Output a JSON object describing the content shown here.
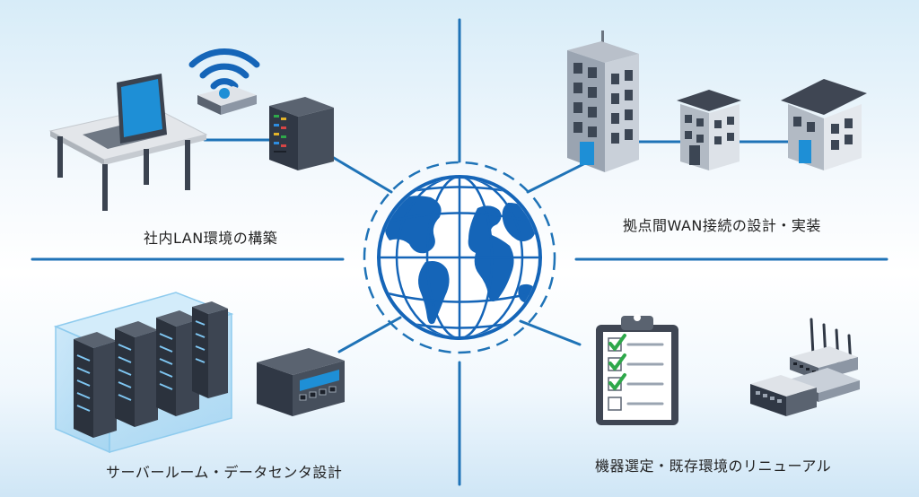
{
  "quadrants": {
    "top_left": {
      "label": "社内LAN環境の構築",
      "icons": [
        "wifi-router-icon",
        "laptop-icon",
        "desk-icon",
        "server-tower-icon"
      ]
    },
    "top_right": {
      "label": "拠点間WAN接続の設計・実装",
      "icons": [
        "office-tower-icon",
        "office-building-icon",
        "branch-building-icon"
      ]
    },
    "bottom_left": {
      "label": "サーバールーム・データセンタ設計",
      "icons": [
        "server-rack-room-icon",
        "network-switch-icon"
      ]
    },
    "bottom_right": {
      "label": "機器選定・既存環境のリニューアル",
      "icons": [
        "checklist-clipboard-icon",
        "router-antenna-icon",
        "switch-device-icon"
      ]
    }
  },
  "center": {
    "icon": "globe-icon"
  },
  "colors": {
    "line_blue": "#1f73b7",
    "globe_blue": "#1565b8",
    "ocean_white": "#ffffff",
    "building_gray": "#8c96a4",
    "building_dark": "#4a5261",
    "check_green": "#2ea84a",
    "server_dark": "#303845"
  }
}
